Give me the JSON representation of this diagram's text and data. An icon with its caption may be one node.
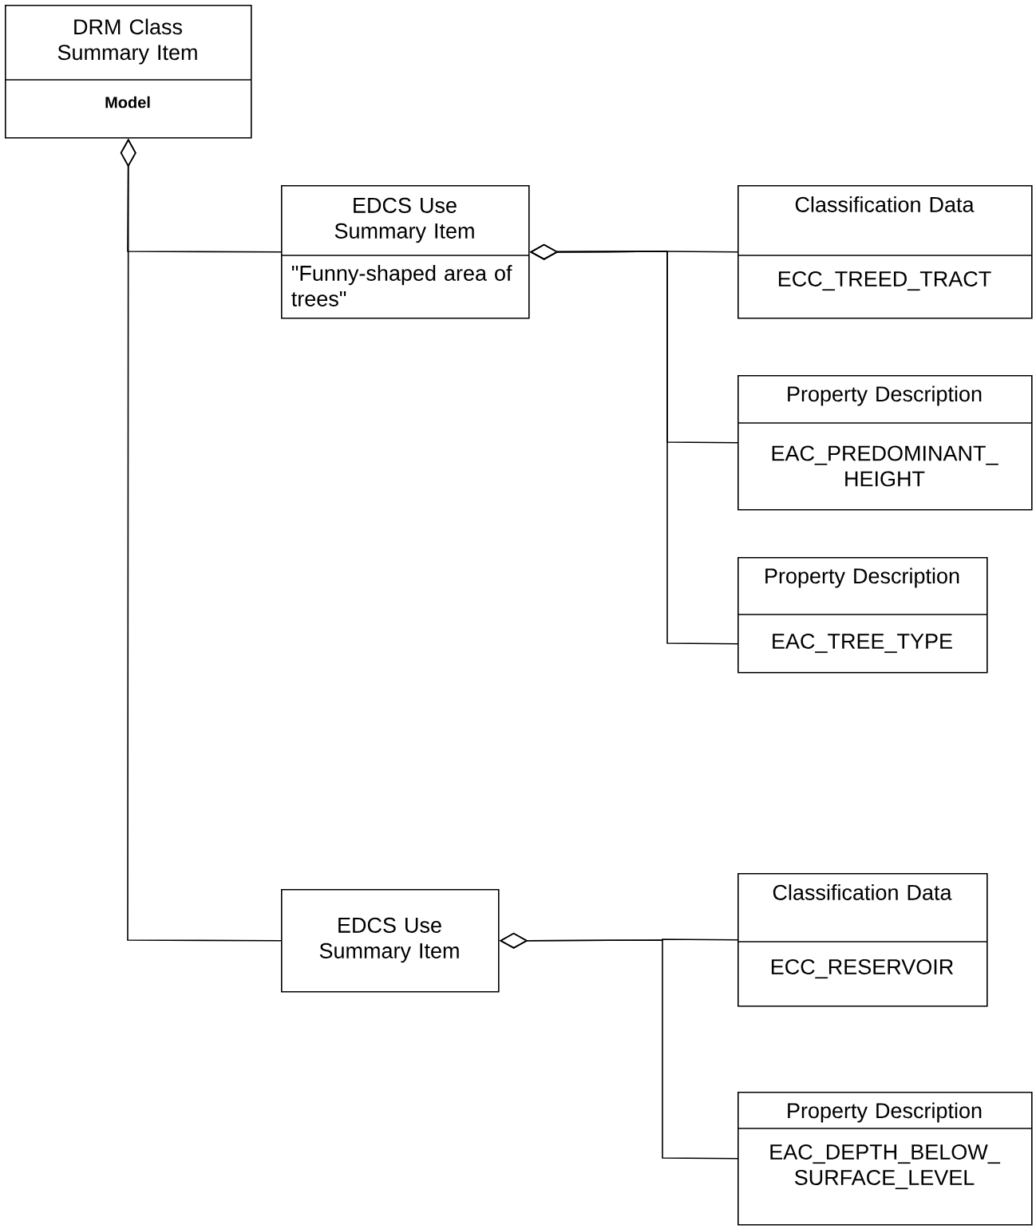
{
  "diagram": {
    "nodes": [
      {
        "text": [
          "DRM Class Summary Item",
          "Model"
        ]
      },
      {
        "text": [
          "EDCS Use Summary Item",
          "\"Funny-shaped area of trees\""
        ]
      },
      {
        "text": [
          "Classification Data",
          "ECC_TREED_TRACT"
        ]
      },
      {
        "text": [
          "Property Description",
          "EAC_PREDOMINANT_ HEIGHT"
        ]
      },
      {
        "text": [
          "Property Description",
          "EAC_TREE_TYPE"
        ]
      },
      {
        "text": [
          "EDCS Use Summary Item"
        ]
      },
      {
        "text": [
          "Classification Data",
          "ECC_RESERVOIR"
        ]
      },
      {
        "text": [
          "Property Description",
          "EAC_DEPTH_BELOW_ SURFACE_LEVEL"
        ]
      }
    ],
    "edges": [
      {
        "from": 1,
        "to": 0,
        "arrow": "other"
      },
      {
        "from": 2,
        "to": 1,
        "arrow": "other"
      },
      {
        "from": 3,
        "to": 1,
        "arrow": "other"
      },
      {
        "from": 4,
        "to": 1,
        "arrow": "other"
      },
      {
        "from": 5,
        "to": 0,
        "arrow": "other"
      },
      {
        "from": 6,
        "to": 5,
        "arrow": "other"
      },
      {
        "from": 7,
        "to": 5,
        "arrow": "other"
      }
    ]
  }
}
